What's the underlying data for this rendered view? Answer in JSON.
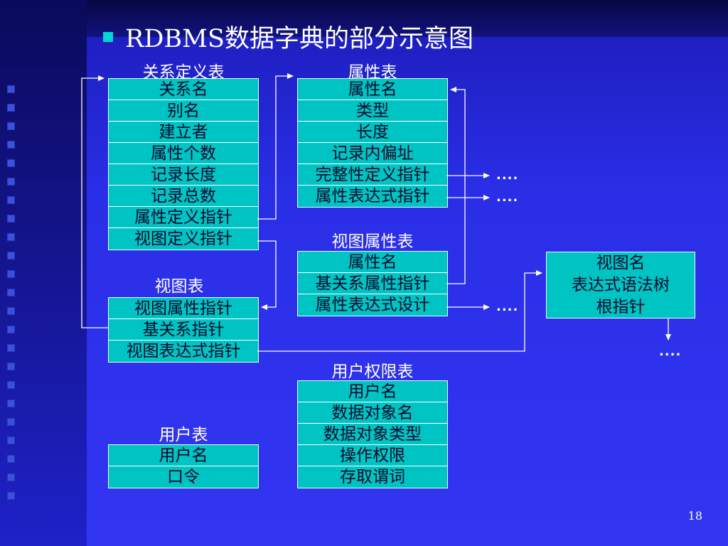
{
  "title": "RDBMS数据字典的部分示意图",
  "page_number": "18",
  "continuation": "....",
  "colors": {
    "cell": "#00c4c4",
    "background": "#2a2ee6",
    "bullet": "#00d6d6"
  },
  "tables": {
    "relation": {
      "title": "关系定义表",
      "fields": [
        "关系名",
        "别名",
        "建立者",
        "属性个数",
        "记录长度",
        "记录总数",
        "属性定义指针",
        "视图定义指针"
      ]
    },
    "attribute": {
      "title": "属性表",
      "fields": [
        "属性名",
        "类型",
        "长度",
        "记录内偏址",
        "完整性定义指针",
        "属性表达式指针"
      ]
    },
    "view_attribute": {
      "title": "视图属性表",
      "fields": [
        "属性名",
        "基关系属性指针",
        "属性表达式设计"
      ]
    },
    "view": {
      "title": "视图表",
      "fields": [
        "视图属性指针",
        "基关系指针",
        "视图表达式指针"
      ]
    },
    "user_privilege": {
      "title": "用户权限表",
      "fields": [
        "用户名",
        "数据对象名",
        "数据对象类型",
        "操作权限",
        "存取谓词"
      ]
    },
    "user": {
      "title": "用户表",
      "fields": [
        "用户名",
        "口令"
      ]
    }
  },
  "view_name_box": {
    "lines": [
      "视图名",
      "表达式语法树",
      "根指针"
    ]
  }
}
